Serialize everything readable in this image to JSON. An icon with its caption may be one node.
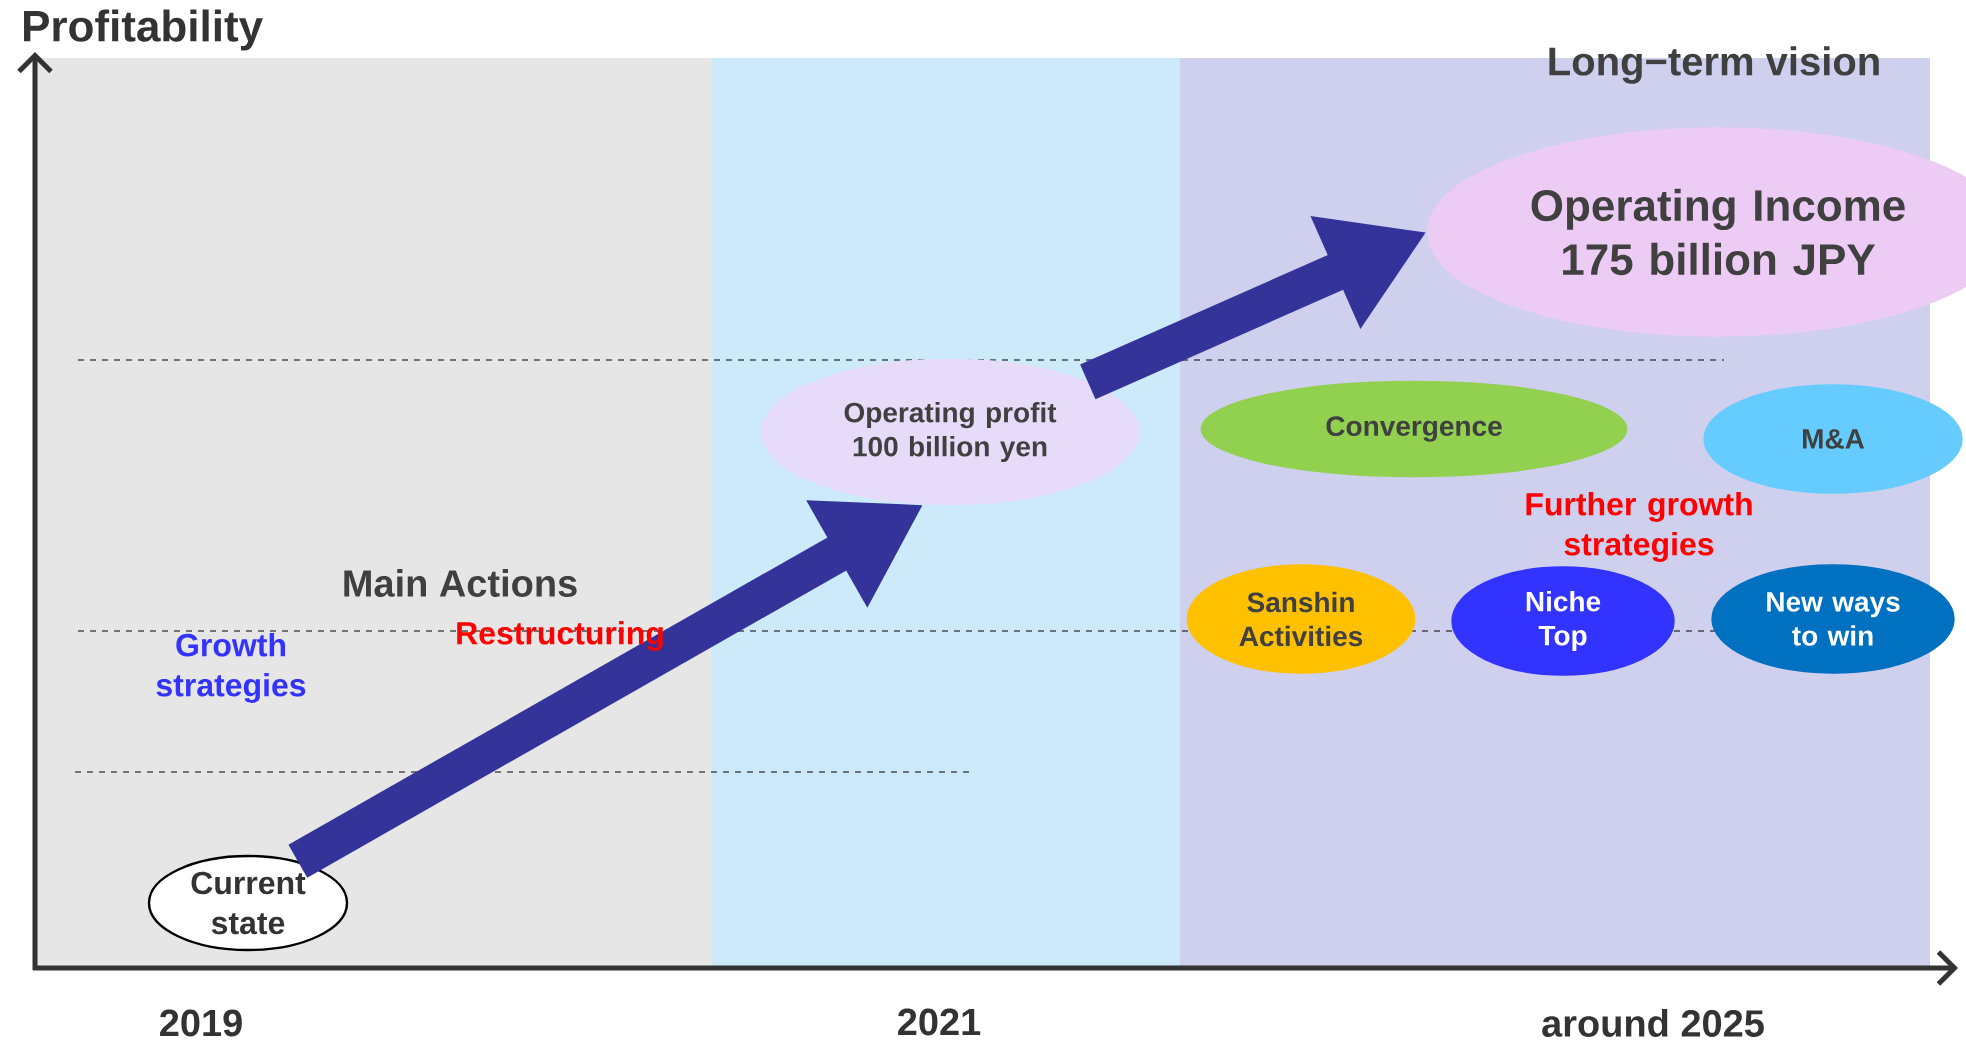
{
  "diagram": {
    "nodes": [
      {
        "text": [
          "Current state"
        ]
      },
      {
        "text": [
          "Operating profit 100 billion yen"
        ]
      },
      {
        "text": [
          "Operating Income 175 billion JPY"
        ]
      },
      {
        "text": [
          "Convergence"
        ]
      },
      {
        "text": [
          "M&A"
        ]
      },
      {
        "text": [
          "Sanshin Activities"
        ]
      },
      {
        "text": [
          "Niche Top"
        ]
      },
      {
        "text": [
          "New ways to win"
        ]
      }
    ],
    "edges": [
      {
        "from": 0,
        "to": 1,
        "arrow": "to"
      },
      {
        "from": 1,
        "to": 2,
        "arrow": "to"
      }
    ],
    "labels": [
      "Profitability",
      "Long−term vision",
      "Further growth strategies",
      "Main Actions",
      "Restructuring",
      "Growth strategies",
      "2019",
      "2021",
      "around 2025"
    ]
  }
}
